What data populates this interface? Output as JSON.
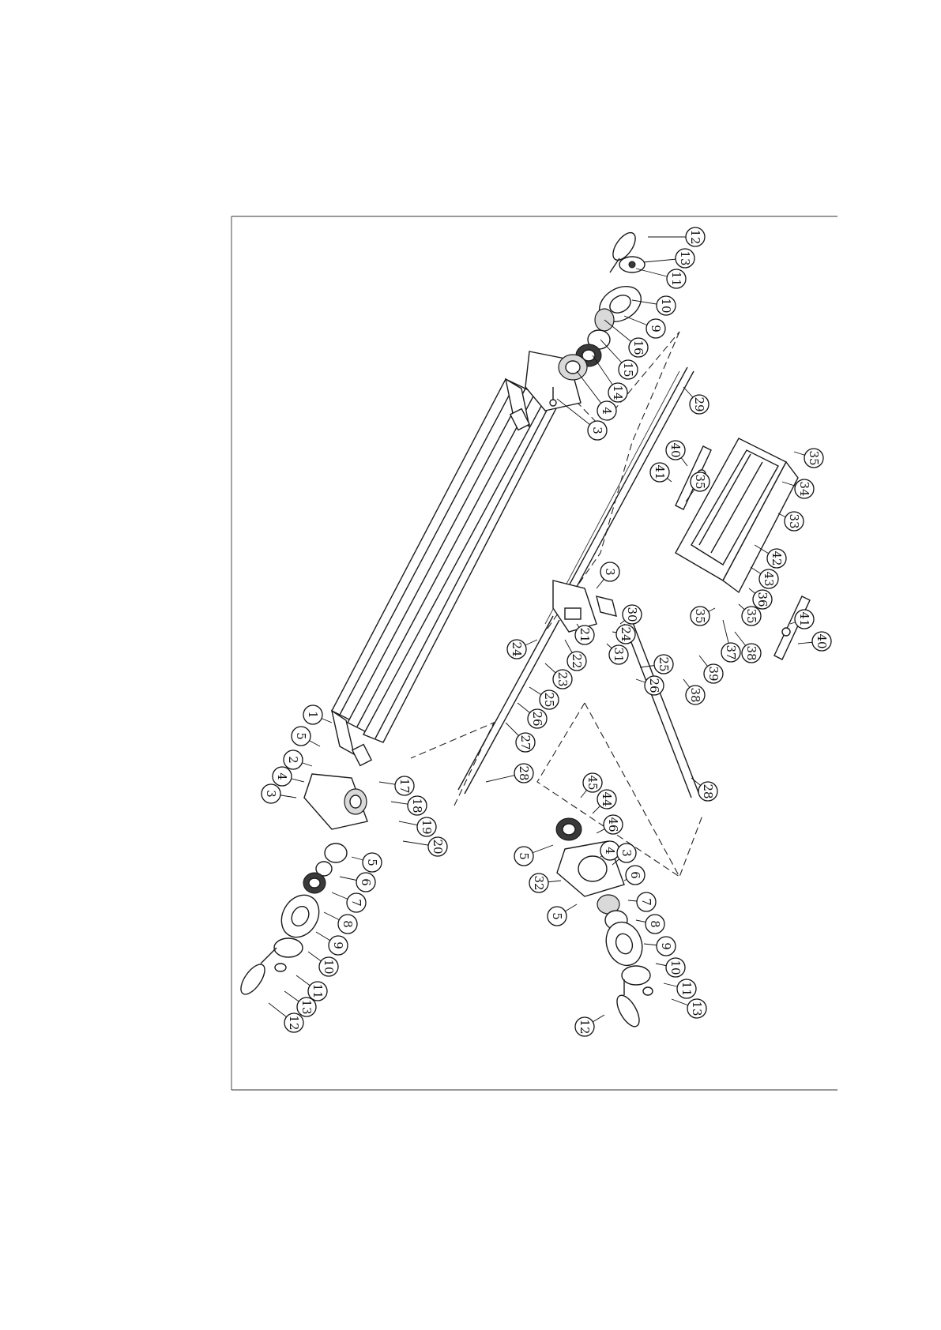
{
  "callouts": [
    {
      "id": "c12a",
      "text": "12"
    },
    {
      "id": "c13a",
      "text": "13"
    },
    {
      "id": "c11a",
      "text": "11"
    },
    {
      "id": "c10a",
      "text": "10"
    },
    {
      "id": "c9a",
      "text": "9"
    },
    {
      "id": "c16a",
      "text": "16"
    },
    {
      "id": "c15a",
      "text": "15"
    },
    {
      "id": "c14a",
      "text": "14"
    },
    {
      "id": "c4a",
      "text": "4"
    },
    {
      "id": "c3a",
      "text": "3"
    },
    {
      "id": "c29",
      "text": "29"
    },
    {
      "id": "c35a",
      "text": "35"
    },
    {
      "id": "c40a",
      "text": "40"
    },
    {
      "id": "c41a",
      "text": "41"
    },
    {
      "id": "c35b",
      "text": "35"
    },
    {
      "id": "c34",
      "text": "34"
    },
    {
      "id": "c33",
      "text": "33"
    },
    {
      "id": "c42",
      "text": "42"
    },
    {
      "id": "c43",
      "text": "43"
    },
    {
      "id": "c36",
      "text": "36"
    },
    {
      "id": "c35c",
      "text": "35"
    },
    {
      "id": "c35d",
      "text": "35"
    },
    {
      "id": "c37",
      "text": "37"
    },
    {
      "id": "c38a",
      "text": "38"
    },
    {
      "id": "c41b",
      "text": "41"
    },
    {
      "id": "c40b",
      "text": "40"
    },
    {
      "id": "c39",
      "text": "39"
    },
    {
      "id": "c38b",
      "text": "38"
    },
    {
      "id": "c3b",
      "text": "3"
    },
    {
      "id": "c30",
      "text": "30"
    },
    {
      "id": "c24a",
      "text": "24"
    },
    {
      "id": "c31",
      "text": "31"
    },
    {
      "id": "c25a",
      "text": "25"
    },
    {
      "id": "c26a",
      "text": "26"
    },
    {
      "id": "c21",
      "text": "21"
    },
    {
      "id": "c22",
      "text": "22"
    },
    {
      "id": "c24b",
      "text": "24"
    },
    {
      "id": "c23",
      "text": "23"
    },
    {
      "id": "c25b",
      "text": "25"
    },
    {
      "id": "c26b",
      "text": "26"
    },
    {
      "id": "c27",
      "text": "27"
    },
    {
      "id": "c28a",
      "text": "28"
    },
    {
      "id": "c28b",
      "text": "28"
    },
    {
      "id": "c1",
      "text": "1"
    },
    {
      "id": "c5a",
      "text": "5"
    },
    {
      "id": "c2",
      "text": "2"
    },
    {
      "id": "c4b",
      "text": "4"
    },
    {
      "id": "c3c",
      "text": "3"
    },
    {
      "id": "c17",
      "text": "17"
    },
    {
      "id": "c18",
      "text": "18"
    },
    {
      "id": "c19",
      "text": "19"
    },
    {
      "id": "c20",
      "text": "20"
    },
    {
      "id": "c5b",
      "text": "5"
    },
    {
      "id": "c6a",
      "text": "6"
    },
    {
      "id": "c7a",
      "text": "7"
    },
    {
      "id": "c8a",
      "text": "8"
    },
    {
      "id": "c9b",
      "text": "9"
    },
    {
      "id": "c10b",
      "text": "10"
    },
    {
      "id": "c11b",
      "text": "11"
    },
    {
      "id": "c13b",
      "text": "13"
    },
    {
      "id": "c12b",
      "text": "12"
    },
    {
      "id": "c45",
      "text": "45"
    },
    {
      "id": "c44",
      "text": "44"
    },
    {
      "id": "c46",
      "text": "46"
    },
    {
      "id": "c4c",
      "text": "4"
    },
    {
      "id": "c3d",
      "text": "3"
    },
    {
      "id": "c5c",
      "text": "5"
    },
    {
      "id": "c32",
      "text": "32"
    },
    {
      "id": "c6b",
      "text": "6"
    },
    {
      "id": "c5d",
      "text": "5"
    },
    {
      "id": "c7b",
      "text": "7"
    },
    {
      "id": "c8b",
      "text": "8"
    },
    {
      "id": "c9c",
      "text": "9"
    },
    {
      "id": "c10c",
      "text": "10"
    },
    {
      "id": "c11c",
      "text": "11"
    },
    {
      "id": "c13c",
      "text": "13"
    },
    {
      "id": "c12c",
      "text": "12"
    }
  ]
}
